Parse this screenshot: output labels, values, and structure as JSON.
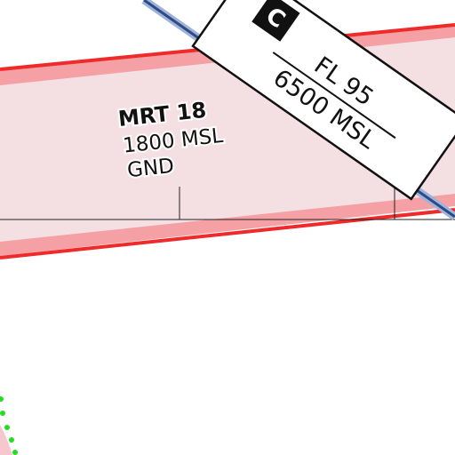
{
  "map": {
    "mrt_label": {
      "name": "MRT 18",
      "upper_limit": "1800 MSL",
      "lower_limit": "GND"
    },
    "airspace_label": {
      "class_letter": "C",
      "upper_limit": "FL 95",
      "lower_limit": "6500 MSL"
    },
    "colors": {
      "mrt_border": "#ee2a2a",
      "mrt_fill": "#f4e0e2",
      "mrt_band": "#f5a0a4",
      "airspace_border": "#2c4a86",
      "green_dots": "#22dd22",
      "grid_line": "#222222"
    }
  }
}
